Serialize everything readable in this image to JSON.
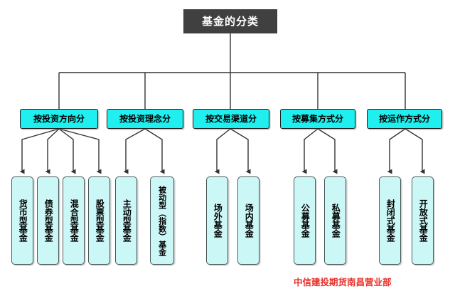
{
  "diagram": {
    "title": "基金的分类",
    "colors": {
      "root_fill": "#404040",
      "root_text": "#ffffff",
      "category_fill": "#1fefef",
      "leaf_fill": "#ccf7f7",
      "line": "#333333",
      "footer_text": "#e8302a"
    },
    "categories": [
      {
        "label": "按投资方向分",
        "children": [
          "货币型基金",
          "债券型基金",
          "混合型基金",
          "股票型基金"
        ]
      },
      {
        "label": "按投资理念分",
        "children": [
          "主动型基金",
          "被动型（指数）基金"
        ]
      },
      {
        "label": "按交易渠道分",
        "children": [
          "场外基金",
          "场内基金"
        ]
      },
      {
        "label": "按募集方式分",
        "children": [
          "公募基金",
          "私募基金"
        ]
      },
      {
        "label": "按运作方式分",
        "children": [
          "封闭式基金",
          "开放式基金"
        ]
      }
    ]
  },
  "footer": {
    "text": "中信建投期货南昌营业部"
  }
}
